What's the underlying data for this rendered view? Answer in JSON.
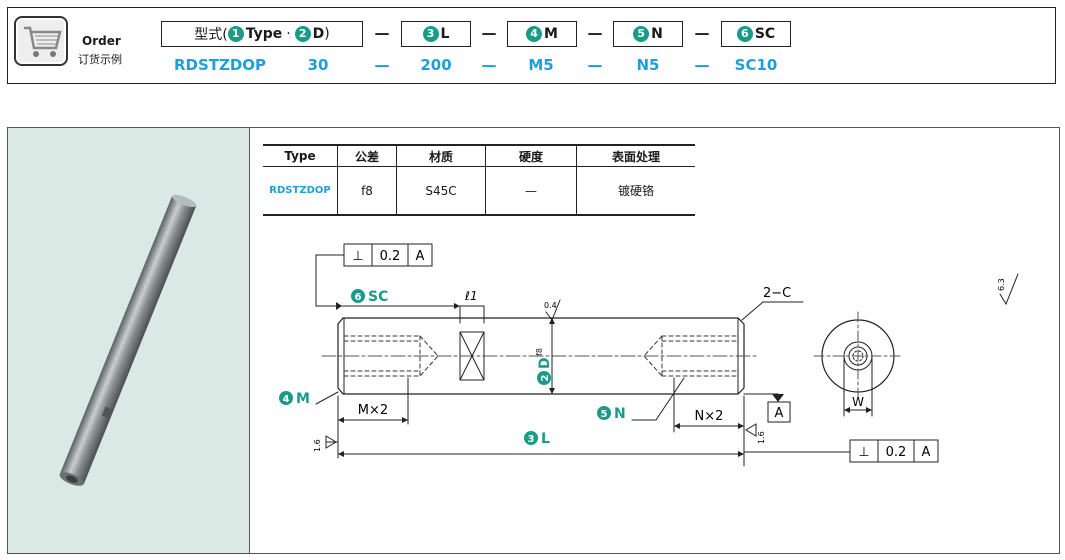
{
  "order": {
    "title_en": "Order",
    "title_cn": "订货示例",
    "icon": "shopping-cart-icon",
    "header_boxes": [
      {
        "num": "1",
        "prefix": "型式(",
        "label": "Type",
        "sep": "·",
        "num2": "2",
        "label2": "D",
        "suffix": ")"
      },
      {
        "num": "3",
        "label": "L"
      },
      {
        "num": "4",
        "label": "M"
      },
      {
        "num": "5",
        "label": "N"
      },
      {
        "num": "6",
        "label": "SC"
      }
    ],
    "values": [
      "RDSTZDOP",
      "30",
      "200",
      "M5",
      "N5",
      "SC10"
    ],
    "dash": "—"
  },
  "spec_table": {
    "headers": [
      "Type",
      "公差",
      "材质",
      "硬度",
      "表面处理"
    ],
    "row": [
      "RDSTZDOP",
      "f8",
      "S45C",
      "—",
      "镀硬铬"
    ]
  },
  "drawing": {
    "tolerance_top": {
      "symbol": "⊥",
      "value": "0.2",
      "datum": "A"
    },
    "tolerance_bottom": {
      "symbol": "⊥",
      "value": "0.2",
      "datum": "A"
    },
    "label_sc": {
      "num": "6",
      "text": "SC"
    },
    "label_l1": "ℓ1",
    "label_chamfer": "2−C",
    "label_D": {
      "num": "2",
      "text": "D",
      "sub": "f8"
    },
    "label_M": {
      "num": "4",
      "text": "M"
    },
    "label_N": {
      "num": "5",
      "text": "N"
    },
    "label_L": {
      "num": "3",
      "text": "L"
    },
    "dim_mx2": "M×2",
    "dim_nx2": "N×2",
    "dim_w": "W",
    "datum_a": "A",
    "rough_04": "0.4",
    "rough_16a": "1.6",
    "rough_16b": "1.6",
    "rough_63": "6.3",
    "accent_color": "#1a9b8a",
    "value_color": "#1f9fd9"
  }
}
